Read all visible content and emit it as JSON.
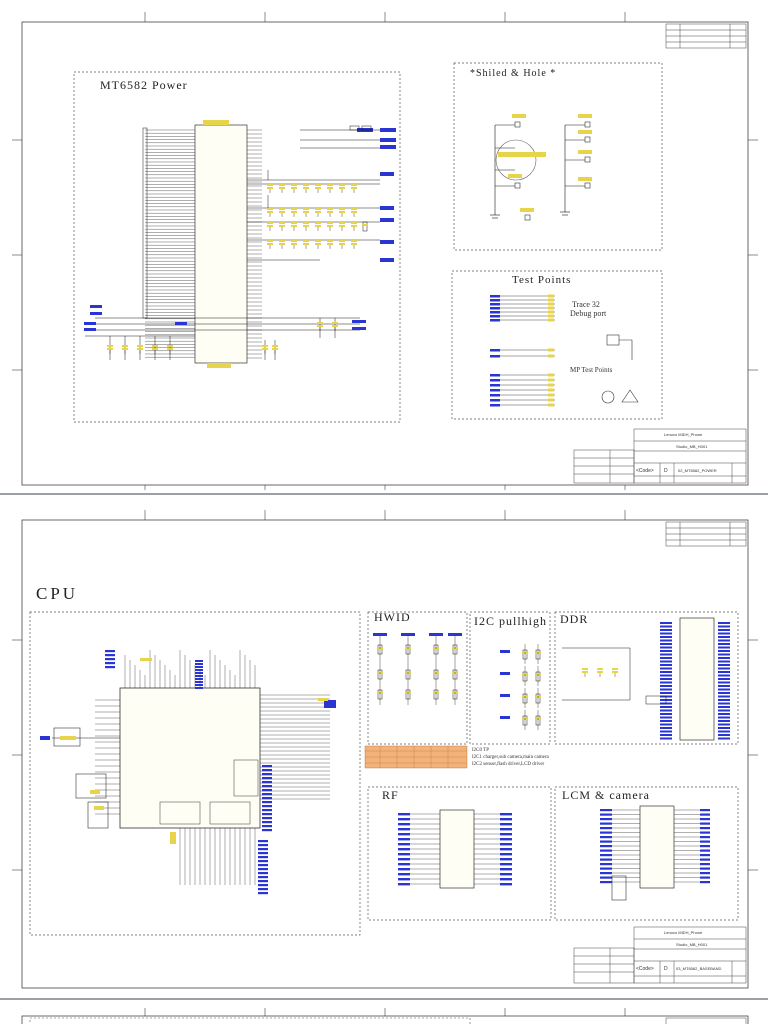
{
  "sheet1": {
    "section_power": "MT6582 Power",
    "section_shield": "*Shiled & Hole *",
    "section_test": "Test Points",
    "trace_label": "Trace 32",
    "debug_label": "Debug port",
    "mp_label": "MP Test Points",
    "titleblock": {
      "company": "Lenovo MIDH_Phone",
      "project": "Studio_MB_H001",
      "code": "<Code>",
      "rev": "D",
      "doc": "02_MT6582_POWER"
    }
  },
  "sheet2": {
    "section_cpu": "CPU",
    "section_hwid": "HWID",
    "section_i2c": "I2C pullhigh",
    "section_ddr": "DDR",
    "section_rf": "RF",
    "section_lcm": "LCM & camera",
    "i2c_notes": [
      "I2C0 TP",
      "I2C1 charger,sub camera,main camera",
      "I2C2 sensor,flash driver,LCD driver"
    ],
    "titleblock": {
      "company": "Lenovo MIDH_Phone",
      "project": "Studio_MB_H001",
      "code": "<Code>",
      "rev": "D",
      "doc": "03_MT6582_BASEBAND"
    }
  },
  "colors": {
    "wire": "#1a1a1a",
    "net_label": "#2a35d4",
    "component": "#e8d44a",
    "border": "#444444",
    "table_fill": "#f2b27a",
    "dashed": "#555555"
  }
}
